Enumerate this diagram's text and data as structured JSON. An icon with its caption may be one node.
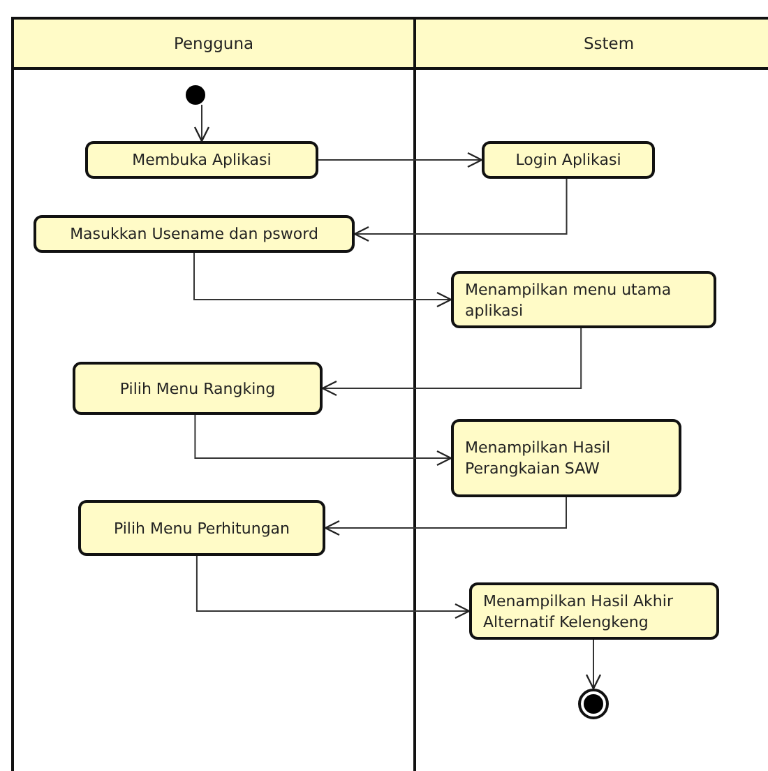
{
  "diagram": {
    "nodes": [
      {
        "text": [
          "Pengguna"
        ]
      },
      {
        "text": [
          "Sstem"
        ]
      },
      {
        "text": [],
        "shape": "circle",
        "in": 0
      },
      {
        "text": [
          "Membuka Aplikasi"
        ],
        "in": 0
      },
      {
        "text": [
          "Login Aplikasi"
        ],
        "in": 1
      },
      {
        "text": [
          "Masukkan Usename dan psword"
        ],
        "in": 0
      },
      {
        "text": [
          "Menampilkan menu utama aplikasi"
        ],
        "in": 1
      },
      {
        "text": [
          "Pilih Menu Rangking"
        ],
        "in": 0
      },
      {
        "text": [
          "Menampilkan Hasil Perangkaian SAW"
        ],
        "in": 1
      },
      {
        "text": [
          "Pilih Menu Perhitungan"
        ],
        "in": 0
      },
      {
        "text": [
          "Menampilkan Hasil Akhir Alternatif Kelengkeng"
        ],
        "in": 1
      },
      {
        "text": [],
        "shape": "circle",
        "in": 1
      }
    ],
    "edges": [
      {
        "from": 2,
        "to": 3,
        "arrow": "to"
      },
      {
        "from": 3,
        "to": 4,
        "arrow": "to"
      },
      {
        "from": 4,
        "to": 5,
        "arrow": "to"
      },
      {
        "from": 5,
        "to": 6,
        "arrow": "to"
      },
      {
        "from": 6,
        "to": 7,
        "arrow": "to"
      },
      {
        "from": 7,
        "to": 8,
        "arrow": "to"
      },
      {
        "from": 8,
        "to": 9,
        "arrow": "to"
      },
      {
        "from": 9,
        "to": 10,
        "arrow": "to"
      },
      {
        "from": 10,
        "to": 11,
        "arrow": "to"
      }
    ]
  }
}
